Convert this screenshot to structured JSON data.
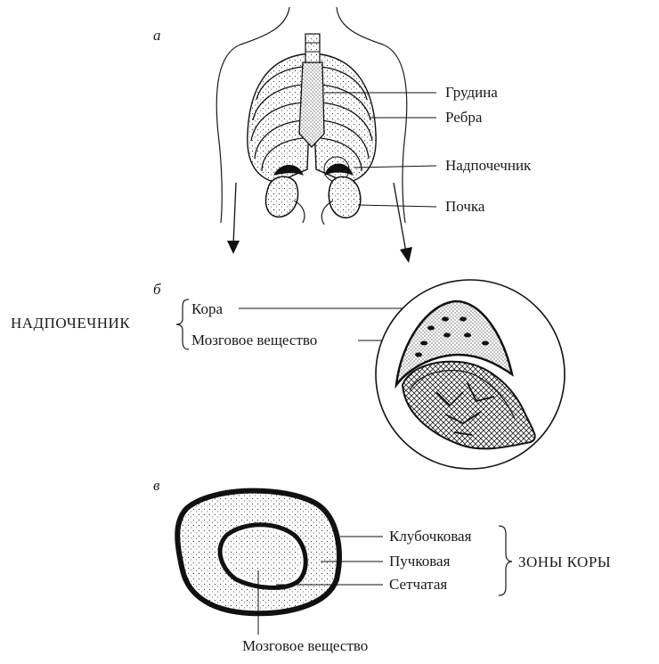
{
  "panel_a": {
    "letter": "а",
    "labels": [
      "Грудина",
      "Ребра",
      "Надпочечник",
      "Почка"
    ]
  },
  "panel_b": {
    "letter": "б",
    "group_label": "НАДПОЧЕЧНИК",
    "labels": [
      "Кора",
      "Мозговое вещество"
    ]
  },
  "panel_c": {
    "letter": "в",
    "zone_labels": [
      "Клубочковая",
      "Пучковая",
      "Сетчатая"
    ],
    "group_label": "ЗОНЫ КОРЫ",
    "bottom_label": "Мозговое вещество"
  }
}
